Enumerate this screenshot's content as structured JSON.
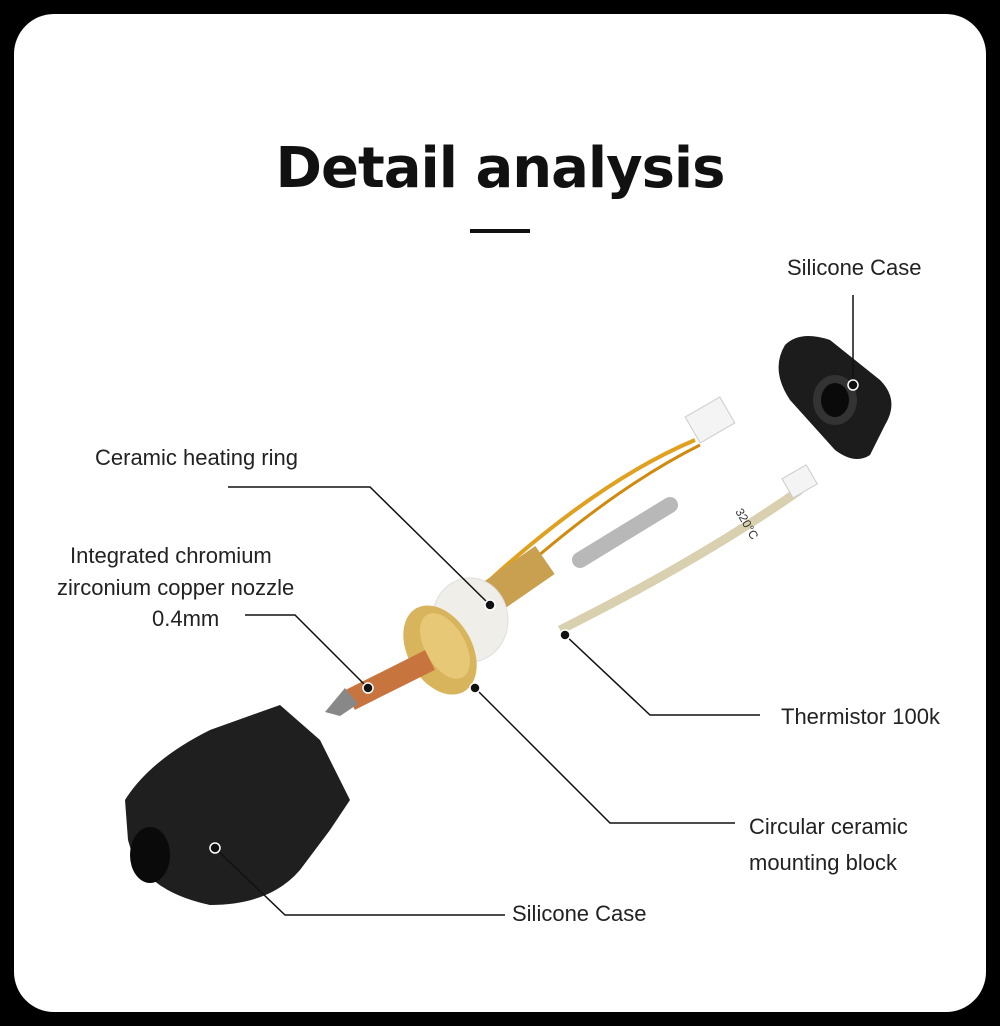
{
  "title": "Detail analysis",
  "labels": {
    "silicone_case_top": "Silicone Case",
    "ceramic_heating_ring": "Ceramic heating ring",
    "nozzle_line1": "Integrated chromium",
    "nozzle_line2": "zirconium copper nozzle",
    "nozzle_line3": "0.4mm",
    "thermistor": "Thermistor 100k",
    "mounting_line1": "Circular ceramic",
    "mounting_line2": "mounting block",
    "silicone_case_bottom": "Silicone Case"
  },
  "thermistor_marking": "320°C",
  "colors": {
    "copper": "#c8743f",
    "brass": "#d4b060",
    "ceramic": "#f2f0ea",
    "silicone": "#1c1c1c"
  }
}
